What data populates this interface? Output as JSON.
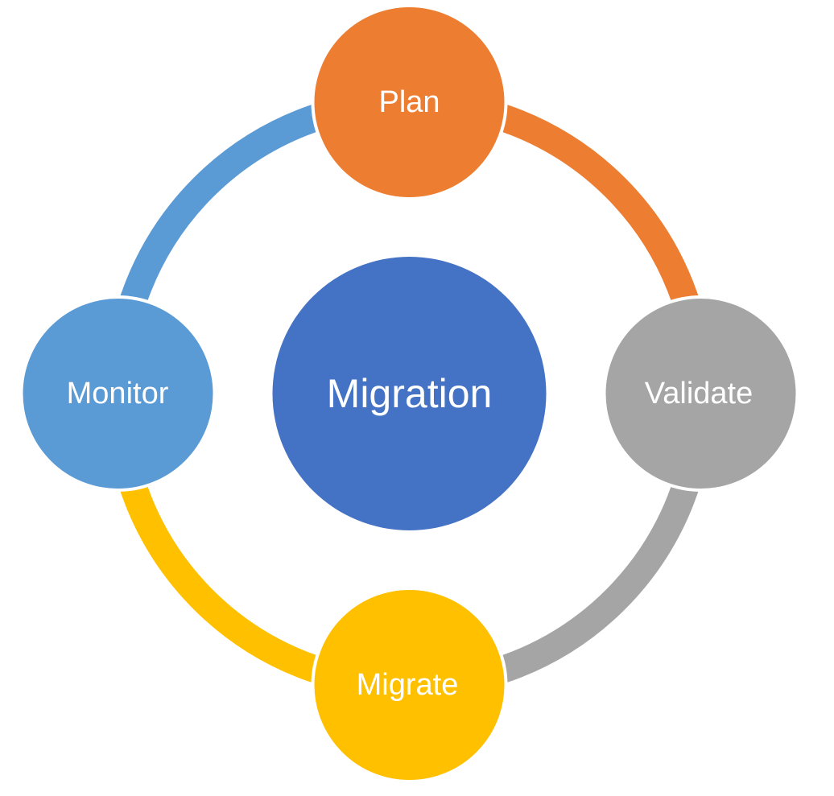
{
  "center": {
    "label": "Migration",
    "color": "#4472C4"
  },
  "cycle": [
    {
      "id": "plan",
      "label": "Plan",
      "color": "#ED7D31"
    },
    {
      "id": "validate",
      "label": "Validate",
      "color": "#A5A5A5"
    },
    {
      "id": "migrate",
      "label": "Migrate",
      "color": "#FFC000"
    },
    {
      "id": "monitor",
      "label": "Monitor",
      "color": "#5B9BD5"
    }
  ]
}
